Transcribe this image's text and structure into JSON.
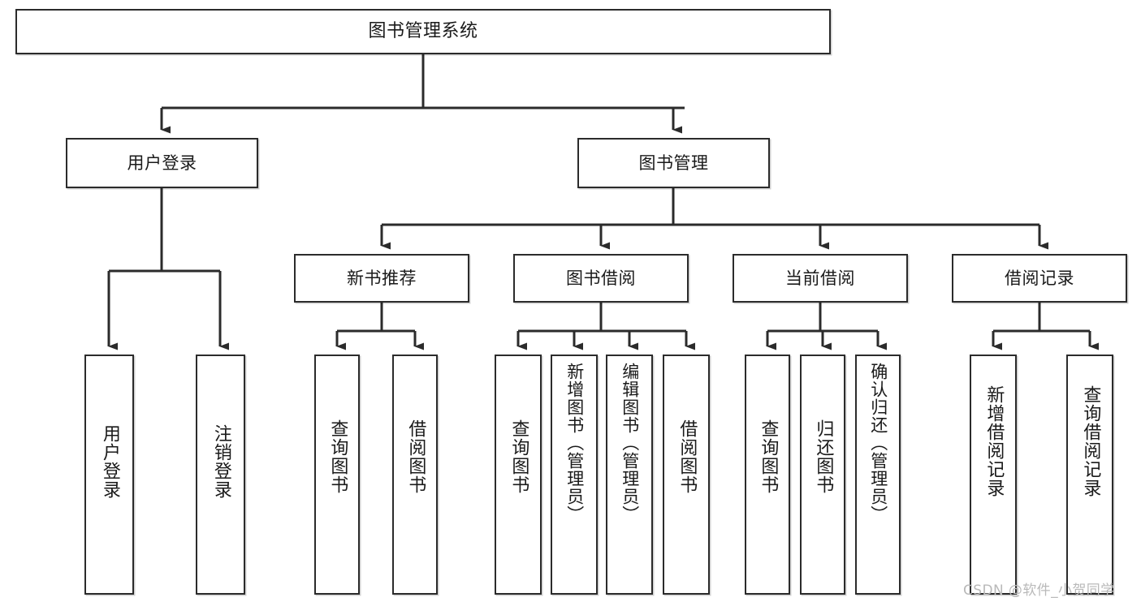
{
  "diagram": {
    "type": "hierarchy-tree",
    "title": "图书管理系统",
    "watermark": "CSDN @软件_小贺同学",
    "colors": {
      "box_border": "#2b2b2b",
      "box_fill": "#ffffff",
      "connector": "#2b2b2b",
      "text": "#1a1a1a",
      "watermark": "#b9b9b9",
      "background": "#ffffff"
    },
    "root": {
      "label": "图书管理系统"
    },
    "level2": [
      {
        "id": "user-login",
        "label": "用户登录"
      },
      {
        "id": "book-manage",
        "label": "图书管理"
      }
    ],
    "level3": [
      {
        "id": "new-book-recommend",
        "label": "新书推荐",
        "parent": "book-manage"
      },
      {
        "id": "book-borrow",
        "label": "图书借阅",
        "parent": "book-manage"
      },
      {
        "id": "current-borrow",
        "label": "当前借阅",
        "parent": "book-manage"
      },
      {
        "id": "borrow-record",
        "label": "借阅记录",
        "parent": "book-manage"
      }
    ],
    "leaves": [
      {
        "id": "leaf-user-login",
        "label": "用户登录",
        "parent": "user-login"
      },
      {
        "id": "leaf-logout-login",
        "label": "注销登录",
        "parent": "user-login"
      },
      {
        "id": "leaf-query-book-rec",
        "label": "查询图书",
        "parent": "new-book-recommend"
      },
      {
        "id": "leaf-borrow-book-rec",
        "label": "借阅图书",
        "parent": "new-book-recommend"
      },
      {
        "id": "leaf-query-book-borrow",
        "label": "查询图书",
        "parent": "book-borrow"
      },
      {
        "id": "leaf-add-book-admin",
        "label": "新增图书（管理员）",
        "parent": "book-borrow"
      },
      {
        "id": "leaf-edit-book-admin",
        "label": "编辑图书（管理员）",
        "parent": "book-borrow"
      },
      {
        "id": "leaf-borrow-book",
        "label": "借阅图书",
        "parent": "book-borrow"
      },
      {
        "id": "leaf-query-book-current",
        "label": "查询图书",
        "parent": "current-borrow"
      },
      {
        "id": "leaf-return-book",
        "label": "归还图书",
        "parent": "current-borrow"
      },
      {
        "id": "leaf-confirm-return-admin",
        "label": "确认归还（管理员）",
        "parent": "current-borrow"
      },
      {
        "id": "leaf-add-borrow-record",
        "label": "新增借阅记录",
        "parent": "borrow-record"
      },
      {
        "id": "leaf-query-borrow-record",
        "label": "查询借阅记录",
        "parent": "borrow-record"
      }
    ]
  }
}
